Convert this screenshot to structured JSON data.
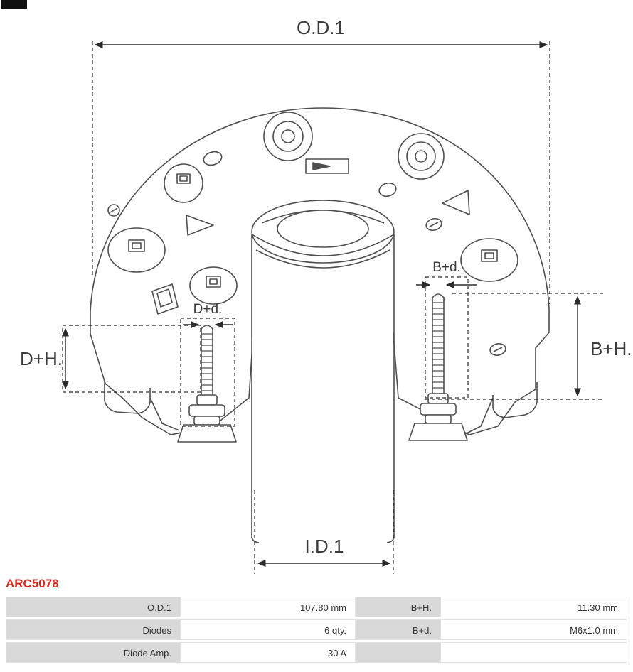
{
  "colors": {
    "accent_red": "#d9261c",
    "drawing_line": "#4e4e4e",
    "dimension_line": "#2b2b2b",
    "table_label_bg": "#d9d9d9"
  },
  "drawing": {
    "labels": {
      "od1": "O.D.1",
      "id1": "I.D.1",
      "dh": "D+H.",
      "bh": "B+H.",
      "dd": "D+d.",
      "bd": "B+d."
    }
  },
  "part_number": "ARC5078",
  "spec_table": {
    "rows": [
      [
        "O.D.1",
        "107.80 mm",
        "B+H.",
        "11.30 mm"
      ],
      [
        "Diodes",
        "6 qty.",
        "B+d.",
        "M6x1.0 mm"
      ],
      [
        "Diode Amp.",
        "30 A",
        "",
        ""
      ]
    ]
  }
}
